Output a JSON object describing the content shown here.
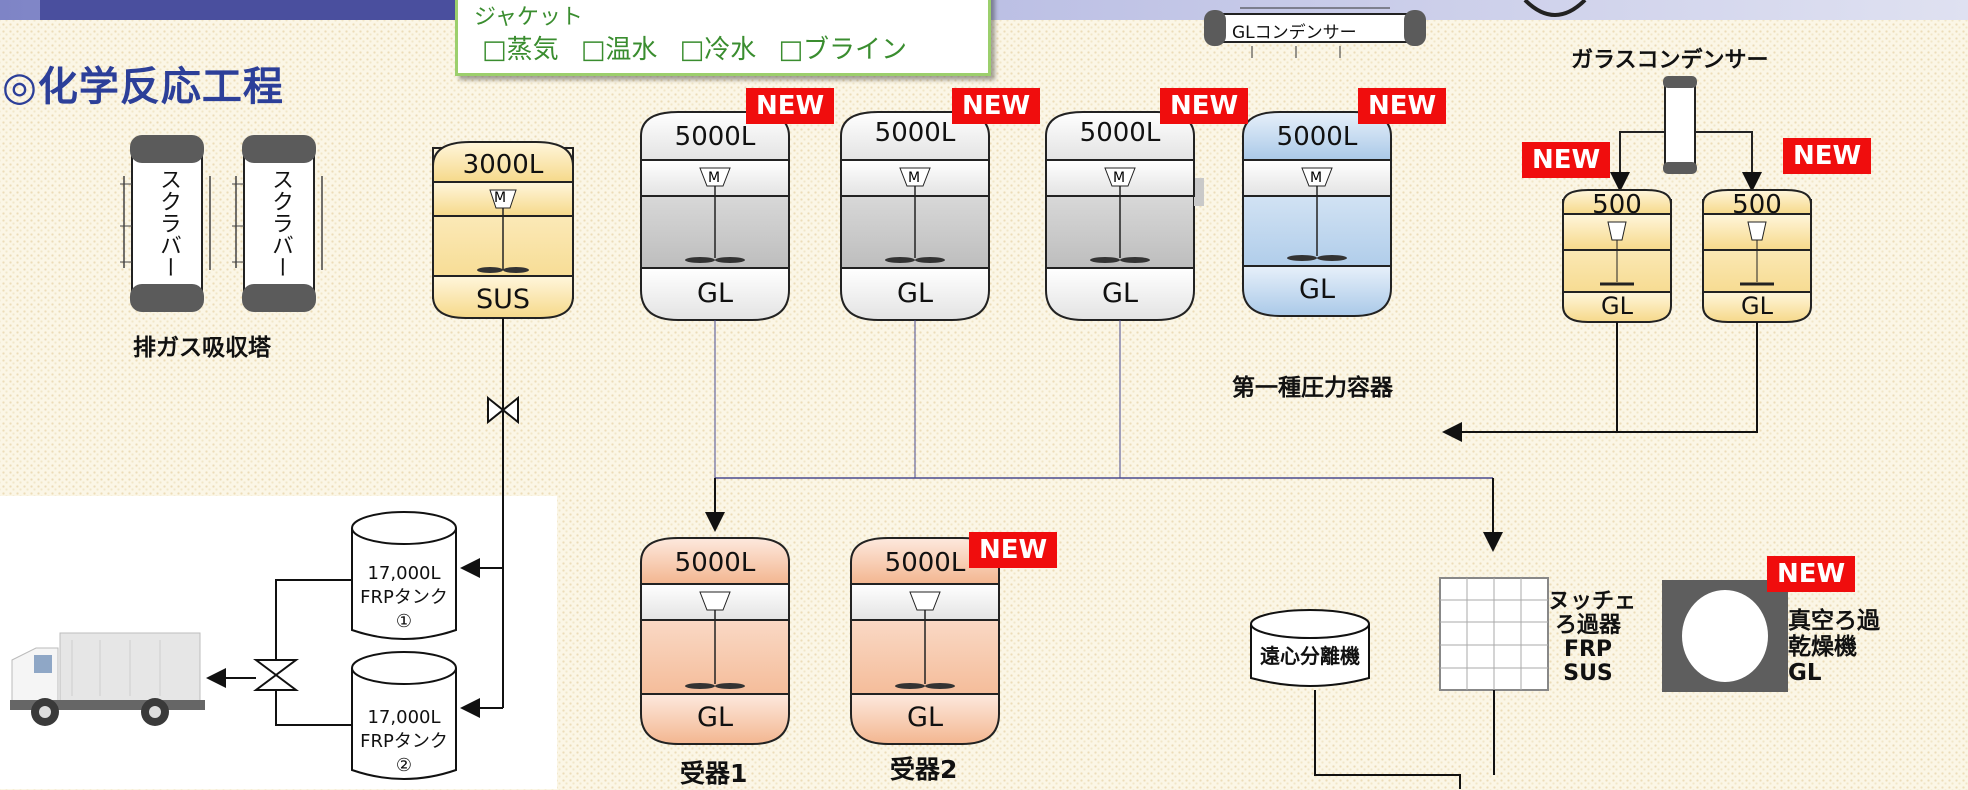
{
  "heading": "◎化学反応工程",
  "jacket": {
    "title": "ジャケット",
    "options": "□蒸気 □温水 □冷水 □ブライン"
  },
  "badge": "NEW",
  "scrubbers": {
    "label": "スクラバー",
    "caption": "排ガス吸収塔"
  },
  "reactors": [
    {
      "vol": "3000L",
      "mat": "SUS"
    },
    {
      "vol": "5000L",
      "mat": "GL"
    },
    {
      "vol": "5000L",
      "mat": "GL"
    },
    {
      "vol": "5000L",
      "mat": "GL"
    },
    {
      "vol": "5000L",
      "mat": "GL"
    }
  ],
  "motor": "M",
  "pressure_caption": "第一種圧力容器",
  "gl_condenser": "GLコンデンサー",
  "glass_condenser": "ガラスコンデンサー",
  "small": [
    {
      "vol": "500",
      "mat": "GL"
    },
    {
      "vol": "500",
      "mat": "GL"
    }
  ],
  "receivers": [
    {
      "vol": "5000L",
      "mat": "GL",
      "caption": "受器1"
    },
    {
      "vol": "5000L",
      "mat": "GL",
      "caption": "受器2"
    }
  ],
  "tanks": [
    {
      "cap": "17,000L",
      "type": "FRPタンク",
      "no": "①"
    },
    {
      "cap": "17,000L",
      "type": "FRPタンク",
      "no": "②"
    }
  ],
  "centrifuge": "遠心分離機",
  "nutsche": {
    "l1": "ヌッチェ",
    "l2": "ろ過器",
    "l3": "FRP",
    "l4": "SUS"
  },
  "dryer": {
    "l1": "真空ろ過",
    "l2": "乾燥機",
    "l3": "GL"
  },
  "colors": {
    "accent": "#2c3f99",
    "badge": "#f00d0d",
    "jacket_text": "#3a8d2f"
  }
}
